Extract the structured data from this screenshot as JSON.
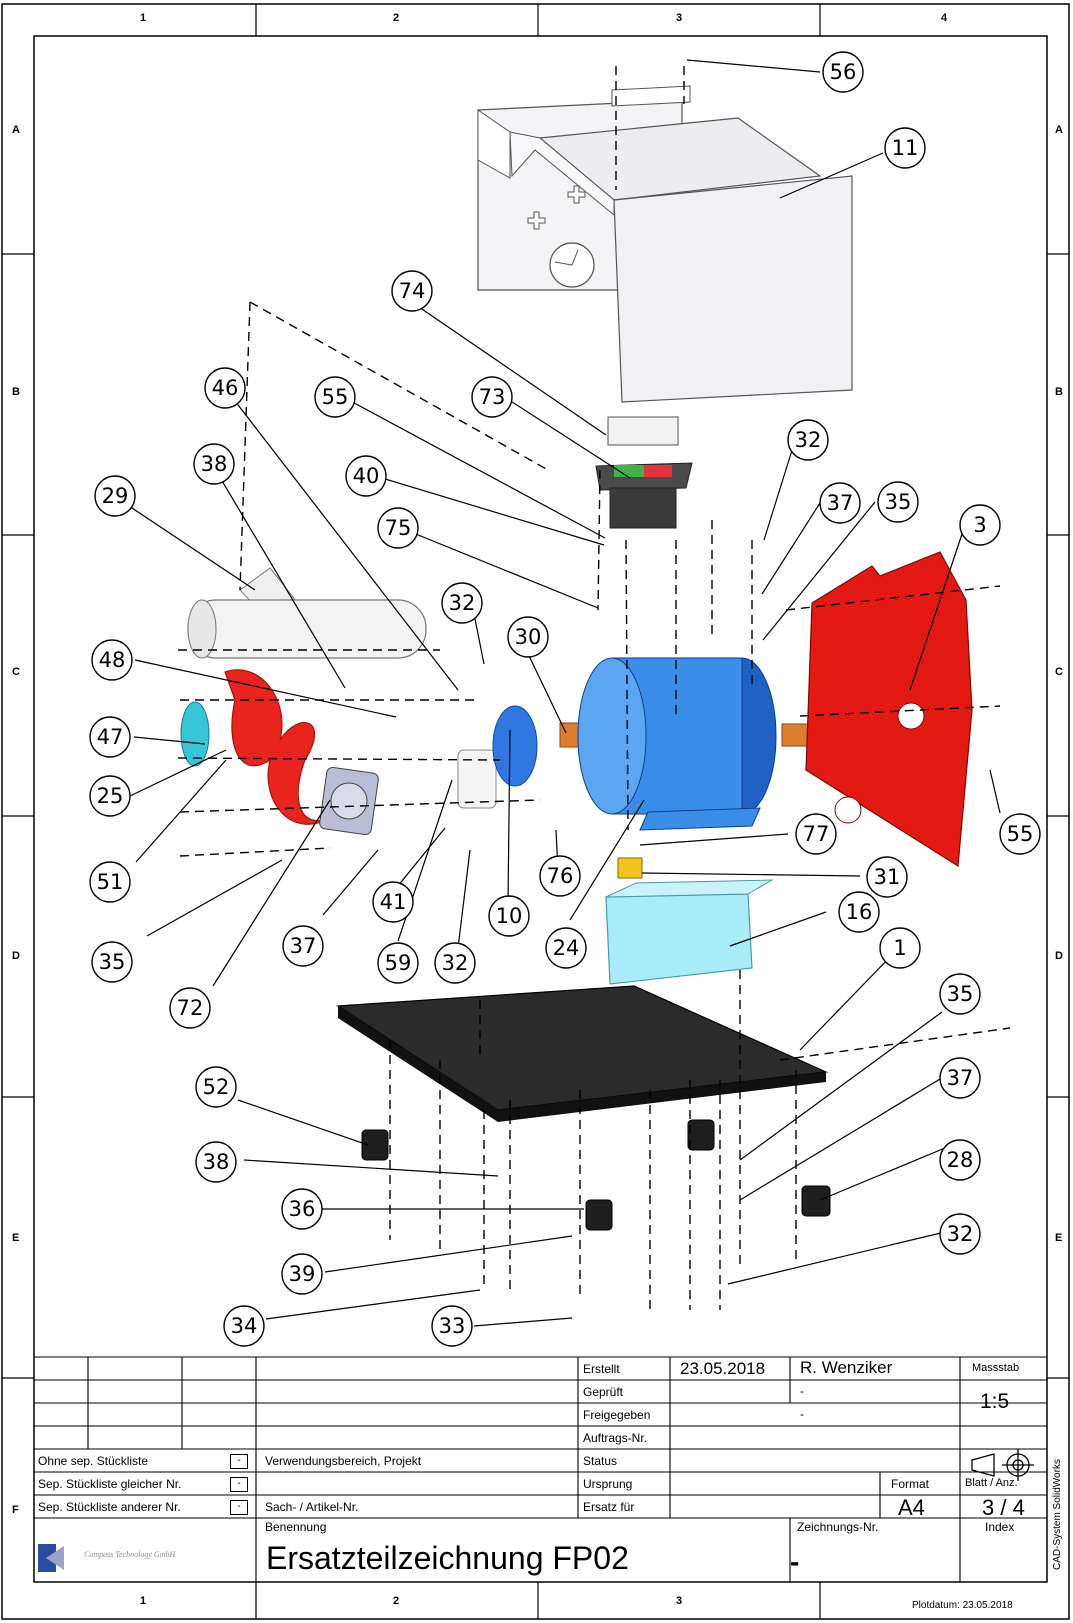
{
  "zones": {
    "columns": [
      "1",
      "2",
      "3",
      "4"
    ],
    "rows": [
      "A",
      "B",
      "C",
      "D",
      "E",
      "F"
    ]
  },
  "callouts": [
    "56",
    "11",
    "74",
    "46",
    "55",
    "73",
    "38",
    "32",
    "40",
    "37",
    "35",
    "29",
    "3",
    "75",
    "32",
    "30",
    "48",
    "47",
    "25",
    "55",
    "77",
    "31",
    "51",
    "76",
    "16",
    "10",
    "41",
    "35",
    "37",
    "59",
    "32",
    "24",
    "1",
    "72",
    "35",
    "52",
    "37",
    "38",
    "28",
    "36",
    "39",
    "32",
    "34",
    "33"
  ],
  "title_block": {
    "erstellt_label": "Erstellt",
    "erstellt_date": "23.05.2018",
    "erstellt_name": "R. Wenziker",
    "geprueft_label": "Geprüft",
    "geprueft_value": "-",
    "freigegeben_label": "Freigegeben",
    "freigegeben_value": "-",
    "auftrags_label": "Auftrags-Nr.",
    "status_label": "Status",
    "ursprung_label": "Ursprung",
    "ersatz_label": "Ersatz für",
    "massstab_label": "Massstab",
    "massstab_value": "1:5",
    "format_label": "Format",
    "format_value": "A4",
    "blatt_label": "Blatt / Anz.",
    "blatt_value": "3 / 4",
    "ohne_label": "Ohne sep. Stückliste",
    "sep_gleich_label": "Sep. Stückliste gleicher Nr.",
    "sep_anderer_label": "Sep. Stückliste anderer Nr.",
    "checkbox_mark": "-",
    "verwendung_label": "Verwendungsbereich, Projekt",
    "sach_label": "Sach- / Artikel-Nr.",
    "benennung_label": "Benennung",
    "benennung_value": "Ersatzteilzeichnung FP02",
    "zeichnungs_label": "Zeichnungs-Nr.",
    "zeichnungs_value": "-",
    "index_label": "Index",
    "plotdatum": "Plotdatum: 23.05.2018",
    "cad_system": "CAD-System SolidWorks",
    "logo_text": "Compass Technology GmbH"
  },
  "colors": {
    "motor": "#3a8ee8",
    "motor_dark": "#1e63c4",
    "bracket": "#e41a12",
    "belt": "#e8241c",
    "base_plate": "#2b2b2b",
    "cover": "#f2f2f6",
    "box_cyan": "#a8ecf8",
    "cap_yellow": "#f4c21a",
    "teal_pulley": "#35c7d8"
  }
}
